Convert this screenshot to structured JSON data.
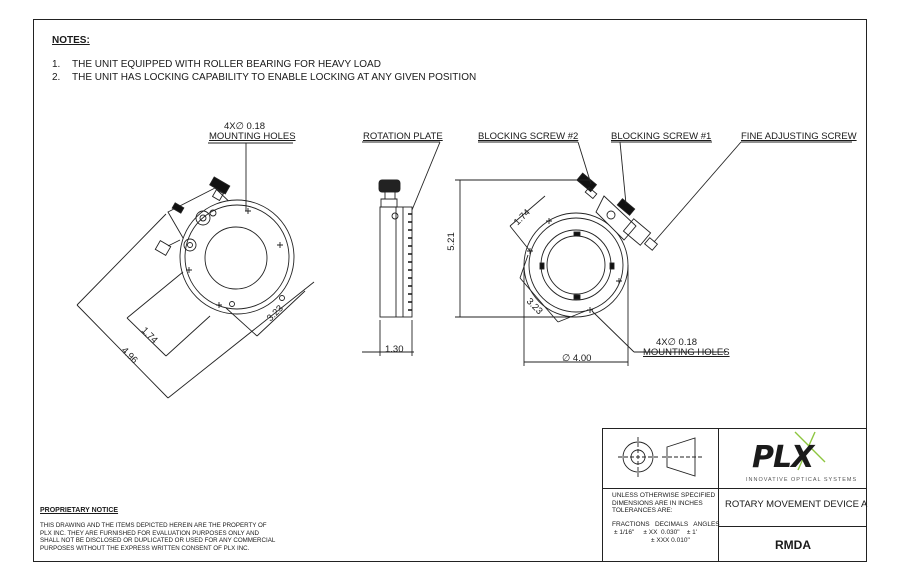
{
  "notes": {
    "heading": "NOTES:",
    "items": [
      {
        "num": "1.",
        "text": "THE UNIT EQUIPPED WITH ROLLER BEARING FOR HEAVY LOAD"
      },
      {
        "num": "2.",
        "text": "THE UNIT HAS LOCKING CAPABILITY TO ENABLE LOCKING AT ANY GIVEN POSITION"
      }
    ]
  },
  "labels": {
    "mount_left_qty": "4X∅ 0.18",
    "mount_left_desc": "MOUNTING HOLES",
    "rotation_plate": "ROTATION PLATE",
    "blocking_screw_2": "BLOCKING SCREW #2",
    "blocking_screw_1": "BLOCKING SCREW #1",
    "fine_adjusting_screw": "FINE ADJUSTING SCREW",
    "mount_right_qty": "4X∅ 0.18",
    "mount_right_desc": "MOUNTING HOLES"
  },
  "dimensions": {
    "iso_174": "1.74",
    "iso_323": "3.23",
    "iso_496": "4.96",
    "side_130": "1.30",
    "height_521": "5.21",
    "front_174": "1.74",
    "front_323": "3.23",
    "dia_400": "∅ 4.00"
  },
  "proprietary": {
    "heading": "PROPRIETARY NOTICE",
    "lines": [
      "THIS DRAWING AND THE ITEMS DEPICTED HEREIN ARE THE PROPERTY OF",
      "PLX INC. THEY ARE FURNISHED FOR EVALUATION PURPOSES ONLY AND",
      "SHALL NOT BE DISCLOSED OR DUPLICATED OR USED FOR ANY COMMERCIAL",
      "PURPOSES WITHOUT THE EXPRESS WRITTEN CONSENT OF PLX INC."
    ]
  },
  "title_block": {
    "logo_text": "PLX",
    "logo_tagline": "INNOVATIVE OPTICAL SYSTEMS",
    "tolerance_lines": [
      "UNLESS OTHERWISE SPECIFIED",
      "DIMENSIONS ARE IN INCHES",
      "TOLERANCES ARE:"
    ],
    "tol_headers": "FRACTIONS   DECIMALS   ANGLES",
    "tol_row1": "± 1/16\"     ± XX  0.030\"    ± 1'",
    "tol_row2": "± XXX 0.010\"",
    "title": "ROTARY MOVEMENT DEVICE A",
    "part_number": "RMDA"
  },
  "colors": {
    "ink": "#1a1a1a",
    "logo_accent": "#8dc63f"
  }
}
